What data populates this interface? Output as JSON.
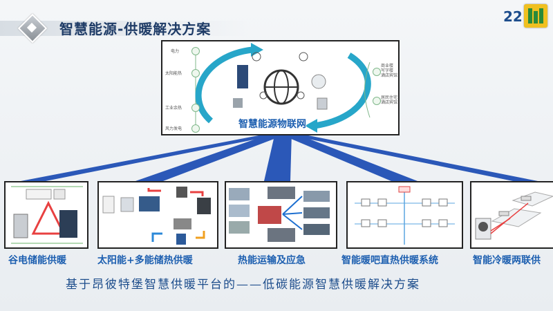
{
  "header": {
    "title": "智慧能源-供暖解决方案",
    "page_number": "22"
  },
  "center": {
    "label": "智慧能源物联网",
    "left_sources": [
      "电力",
      "太阳能热",
      "工业余热",
      "风力发电"
    ],
    "right_items": [
      "商业楼 写字楼 酒店宾馆",
      "居民住宅 酒店宾馆"
    ]
  },
  "panels": [
    {
      "label": "谷电储能供暖"
    },
    {
      "label": "太阳能+多能储热供暖"
    },
    {
      "label": "热能运输及应急"
    },
    {
      "label": "智能暖吧直热供暖系统"
    },
    {
      "label": "智能冷暖两联供"
    }
  ],
  "slogan": "基于昂彼特堡智慧供暖平台的——低碳能源智慧供暖解决方案",
  "colors": {
    "accent": "#1d5fb0",
    "ray": "#2b58b8",
    "title": "#1f3c67"
  }
}
